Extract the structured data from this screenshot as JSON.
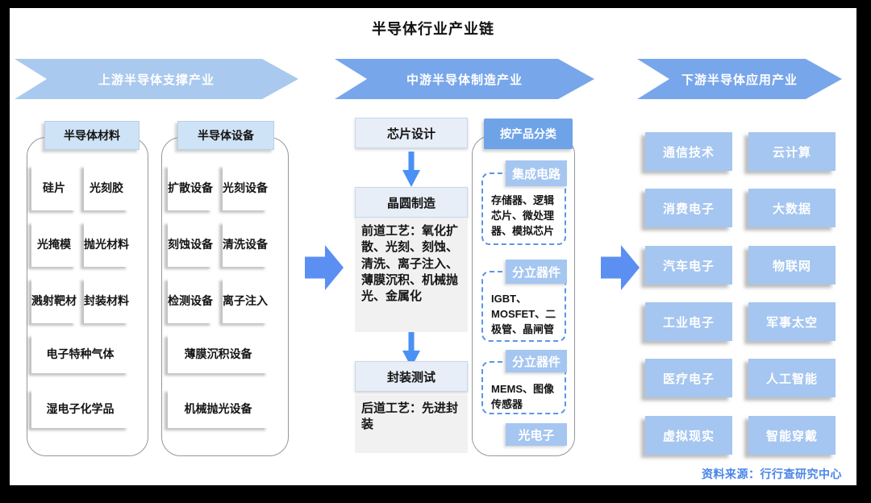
{
  "title": "半导体行业产业链",
  "source": "资料来源：行行查研究中心",
  "colors": {
    "banner_light": "#aac9ee",
    "banner_mid": "#78a6ea",
    "big_arrow": "#5b8ff2",
    "category_label": "#a5c6f0",
    "category_header": "#6fa3e8",
    "group_header_bg": "#cfe3f6",
    "flow_box_bg": "#e7eef8",
    "desc_bg": "#f1f1f1",
    "dashed_border": "#5a95e8",
    "source_text": "#4a86e8"
  },
  "sections": {
    "upstream": {
      "banner": "上游半导体支撑产业",
      "materials": {
        "header": "半导体材料",
        "items_grid": [
          "硅片",
          "光刻胶",
          "光掩模",
          "抛光材料",
          "溅射靶材",
          "封装材料"
        ],
        "items_wide": [
          "电子特种气体",
          "湿电子化学品"
        ]
      },
      "equipment": {
        "header": "半导体设备",
        "items_grid": [
          "扩散设备",
          "光刻设备",
          "刻蚀设备",
          "清洗设备",
          "检测设备",
          "离子注入"
        ],
        "items_wide": [
          "薄膜沉积设备",
          "机械抛光设备"
        ]
      }
    },
    "midstream": {
      "banner": "中游半导体制造产业",
      "flow": [
        {
          "step": "芯片设计",
          "desc": ""
        },
        {
          "step": "晶圆制造",
          "desc": "前道工艺：氧化扩散、光刻、刻蚀、清洗、离子注入、薄膜沉积、机械抛光、金属化"
        },
        {
          "step": "封装测试",
          "desc": "后道工艺：先进封装"
        }
      ],
      "by_product": {
        "header": "按产品分类",
        "categories": [
          {
            "label": "集成电路",
            "desc": "存储器、逻辑芯片、微处理器、模拟芯片"
          },
          {
            "label": "分立器件",
            "desc": "IGBT、MOSFET、二极管、晶闸管"
          },
          {
            "label": "分立器件",
            "desc": "MEMS、图像传感器"
          },
          {
            "label": "光电子",
            "desc": ""
          }
        ]
      }
    },
    "downstream": {
      "banner": "下游半导体应用产业",
      "applications": [
        "通信技术",
        "云计算",
        "消费电子",
        "大数据",
        "汽车电子",
        "物联网",
        "工业电子",
        "军事太空",
        "医疗电子",
        "人工智能",
        "虚拟现实",
        "智能穿戴"
      ]
    }
  }
}
